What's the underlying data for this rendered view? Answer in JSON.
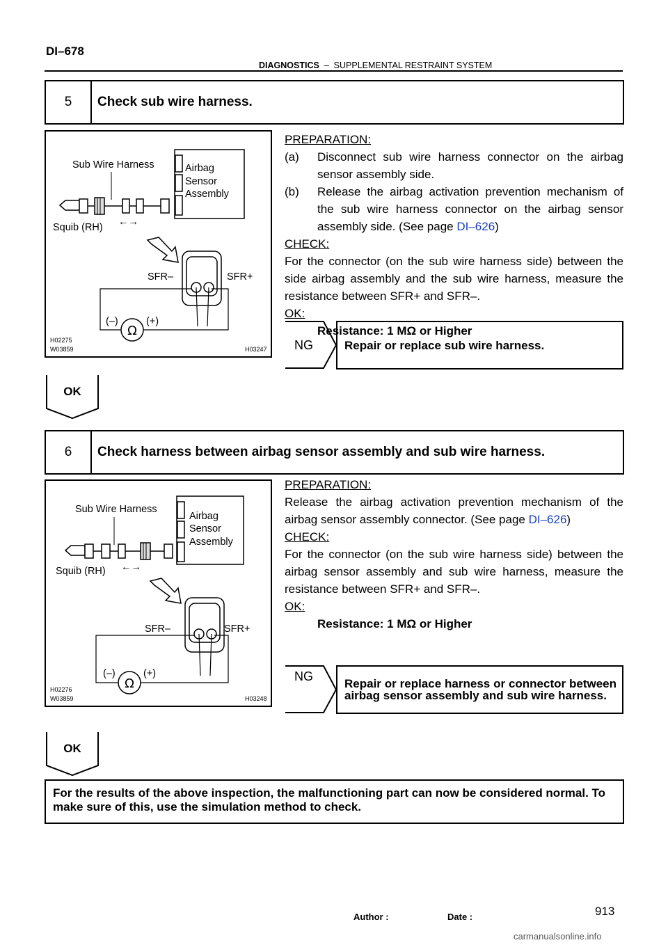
{
  "header": {
    "page_id": "DI–678",
    "section_bold": "DIAGNOSTICS",
    "section_sep": "–",
    "section_rest": "SUPPLEMENTAL RESTRAINT SYSTEM"
  },
  "step5": {
    "number": "5",
    "title": "Check sub wire harness.",
    "figure": {
      "sub_wire_harness": "Sub Wire Harness",
      "airbag_line1": "Airbag",
      "airbag_line2": "Sensor",
      "airbag_line3": "Assembly",
      "squib": "Squib (RH)",
      "sfr_minus": "SFR–",
      "sfr_plus": "SFR+",
      "meter_minus": "(–)",
      "meter_plus": "(+)",
      "code1": "H02275",
      "code2": "W03859",
      "code3": "H03247"
    },
    "preparation_heading": "PREPARATION:",
    "prep_a_mark": "(a)",
    "prep_a": "Disconnect sub wire harness connector on the airbag sensor assembly side.",
    "prep_b_mark": "(b)",
    "prep_b": "Release the airbag activation prevention mechanism of the sub wire harness connector on the airbag sensor assembly side. (See page ",
    "prep_b_link": "DI–626",
    "prep_b_end": ")",
    "check_heading": "CHECK:",
    "check_text": "For the connector (on the sub wire harness side) between the side airbag assembly and the sub wire harness, measure the resistance between SFR+ and SFR–.",
    "ok_heading": "OK:",
    "ok_text": "Resistance: 1 MΩ or Higher",
    "ng_label": "NG",
    "ng_text": "Repair or replace sub wire harness.",
    "ok_label": "OK"
  },
  "step6": {
    "number": "6",
    "title": "Check harness between airbag sensor assembly and sub wire harness.",
    "figure": {
      "sub_wire_harness": "Sub Wire Harness",
      "airbag_line1": "Airbag",
      "airbag_line2": "Sensor",
      "airbag_line3": "Assembly",
      "squib": "Squib (RH)",
      "sfr_minus": "SFR–",
      "sfr_plus": "SFR+",
      "meter_minus": "(–)",
      "meter_plus": "(+)",
      "code1": "H02276",
      "code2": "W03859",
      "code3": "H03248"
    },
    "preparation_heading": "PREPARATION:",
    "prep_text": "Release the airbag activation prevention mechanism of the airbag sensor assembly connector. (See page ",
    "prep_link": "DI–626",
    "prep_end": ")",
    "check_heading": "CHECK:",
    "check_text": "For the connector (on the sub wire harness side) between the airbag sensor assembly and sub wire harness, measure the resistance between SFR+ and SFR–.",
    "ok_heading": "OK:",
    "ok_text": "Resistance: 1 MΩ or Higher",
    "ng_label": "NG",
    "ng_text": "Repair or replace harness or connector between airbag sensor assembly and sub wire harness.",
    "ok_label": "OK"
  },
  "final": {
    "text": "For the results of the above inspection, the malfunctioning part can now be considered normal. To make sure of this, use the simulation method to check."
  },
  "footer": {
    "author": "Author :",
    "date": "Date :",
    "page_number": "913",
    "watermark": "carmanualsonline.info"
  }
}
